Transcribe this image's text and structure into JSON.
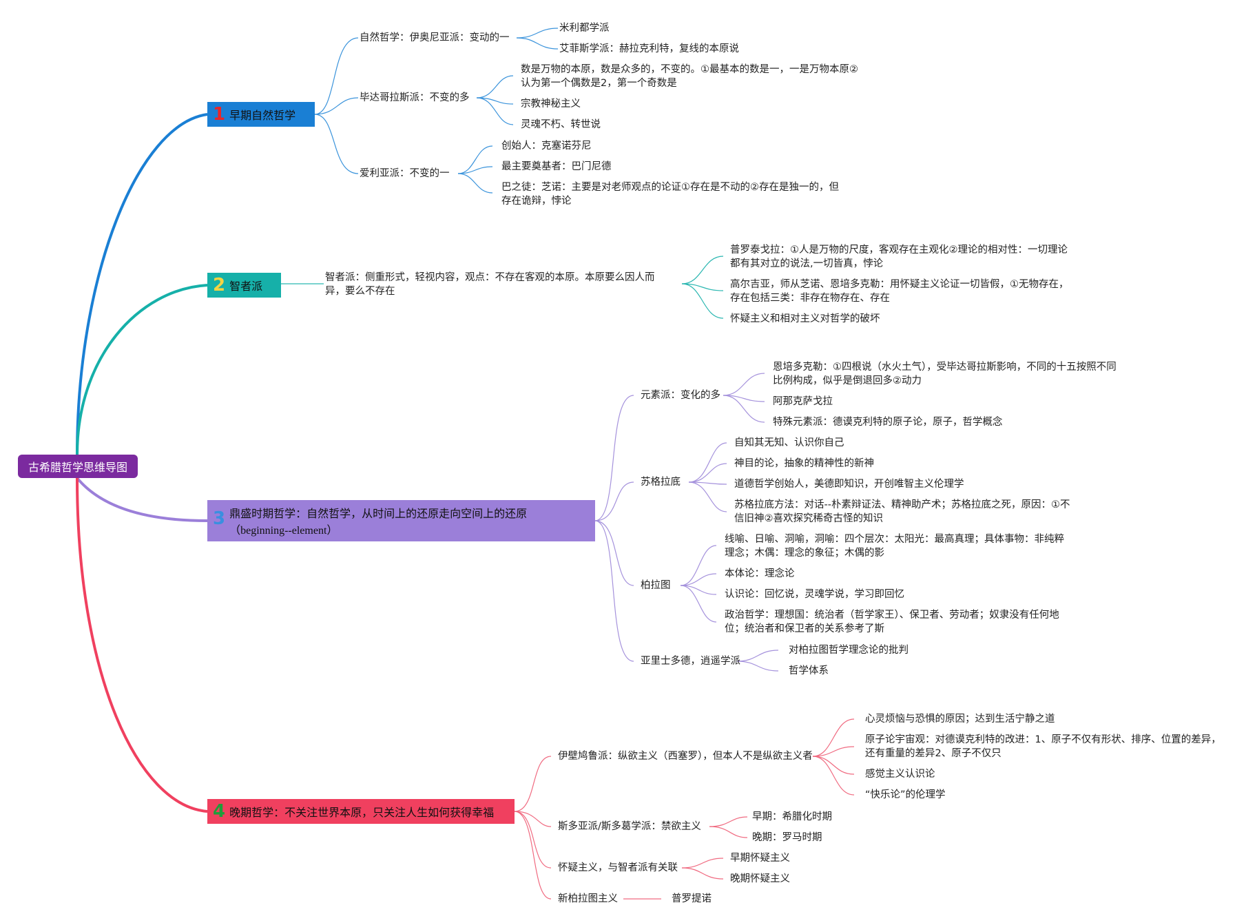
{
  "root": "古希腊哲学思维导图",
  "sections": [
    {
      "num": "1",
      "title": "早期自然哲学",
      "num_color": "#e8262a",
      "line_color": "#1a7fd4",
      "children": [
        {
          "label": "自然哲学：伊奥尼亚派：变动的一",
          "children": [
            "米利都学派",
            "艾菲斯学派：赫拉克利特，复线的本原说"
          ]
        },
        {
          "label": "毕达哥拉斯派：不变的多",
          "children": [
            "数是万物的本原，数是众多的，不变的。①最基本的数是一，一是万物本原②认为第一个偶数是2，第一个奇数是",
            "宗教神秘主义",
            "灵魂不朽、转世说"
          ]
        },
        {
          "label": "爱利亚派：不变的一",
          "children": [
            "创始人：克塞诺芬尼",
            "最主要奠基者：巴门尼德",
            "巴之徒：芝诺：主要是对老师观点的论证①存在是不动的②存在是独一的，但存在诡辩，悖论"
          ]
        }
      ]
    },
    {
      "num": "2",
      "title": "智者派",
      "num_color": "#f5d442",
      "line_color": "#16b0a9",
      "children": [
        {
          "label": "智者派：侧重形式，轻视内容，观点：不存在客观的本原。本原要么因人而异，要么不存在",
          "children": [
            "普罗泰戈拉：①人是万物的尺度，客观存在主观化②理论的相对性：一切理论都有其对立的说法,一切皆真，悖论",
            "高尔吉亚，师从芝诺、恩培多克勒：用怀疑主义论证一切皆假，①无物存在，存在包括三类：非存在物存在、存在",
            "怀疑主义和相对主义对哲学的破坏"
          ]
        }
      ]
    },
    {
      "num": "3",
      "title": "鼎盛时期哲学：自然哲学，从时间上的还原走向空间上的还原",
      "subtitle": "（beginning--element）",
      "num_color": "#3a8fe0",
      "line_color": "#9b7fd9",
      "children": [
        {
          "label": "元素派：变化的多",
          "children": [
            "恩培多克勒：①四根说（水火土气），受毕达哥拉斯影响，不同的十五按照不同比例构成，似乎是倒退回多②动力",
            "阿那克萨戈拉",
            "特殊元素派：德谟克利特的原子论，原子，哲学概念"
          ]
        },
        {
          "label": "苏格拉底",
          "children": [
            "自知其无知、认识你自己",
            "神目的论，抽象的精神性的新神",
            "道德哲学创始人，美德即知识，开创唯智主义伦理学",
            "苏格拉底方法：对话--朴素辩证法、精神助产术；苏格拉底之死，原因：①不信旧神②喜欢探究稀奇古怪的知识"
          ]
        },
        {
          "label": "柏拉图",
          "children": [
            "线喻、日喻、洞喻，洞喻：四个层次：太阳光：最高真理；具体事物：非纯粹理念；木偶：理念的象征；木偶的影",
            "本体论：理念论",
            "认识论：回忆说，灵魂学说，学习即回忆",
            "政治哲学：理想国：统治者（哲学家王）、保卫者、劳动者；奴隶没有任何地位；统治者和保卫者的关系参考了斯"
          ]
        },
        {
          "label": "亚里士多德，逍遥学派",
          "children": [
            "对柏拉图哲学理念论的批判",
            "哲学体系"
          ]
        }
      ]
    },
    {
      "num": "4",
      "title": "晚期哲学：不关注世界本原，只关注人生如何获得幸福",
      "num_color": "#1f9d3a",
      "line_color": "#f0405f",
      "children": [
        {
          "label": "伊壁鸠鲁派：纵欲主义（西塞罗），但本人不是纵欲主义者",
          "children": [
            "心灵烦恼与恐惧的原因；达到生活宁静之道",
            "原子论宇宙观：对德谟克利特的改进：1、原子不仅有形状、排序、位置的差异，还有重量的差异2、原子不仅只",
            "感觉主义认识论",
            "“快乐论”的伦理学"
          ]
        },
        {
          "label": "斯多亚派/斯多葛学派：禁欲主义",
          "children": [
            "早期：希腊化时期",
            "晚期：罗马时期"
          ]
        },
        {
          "label": "怀疑主义，与智者派有关联",
          "children": [
            "早期怀疑主义",
            "晚期怀疑主义"
          ]
        },
        {
          "label": "新柏拉图主义",
          "children": [
            "普罗提诺"
          ]
        }
      ]
    }
  ]
}
